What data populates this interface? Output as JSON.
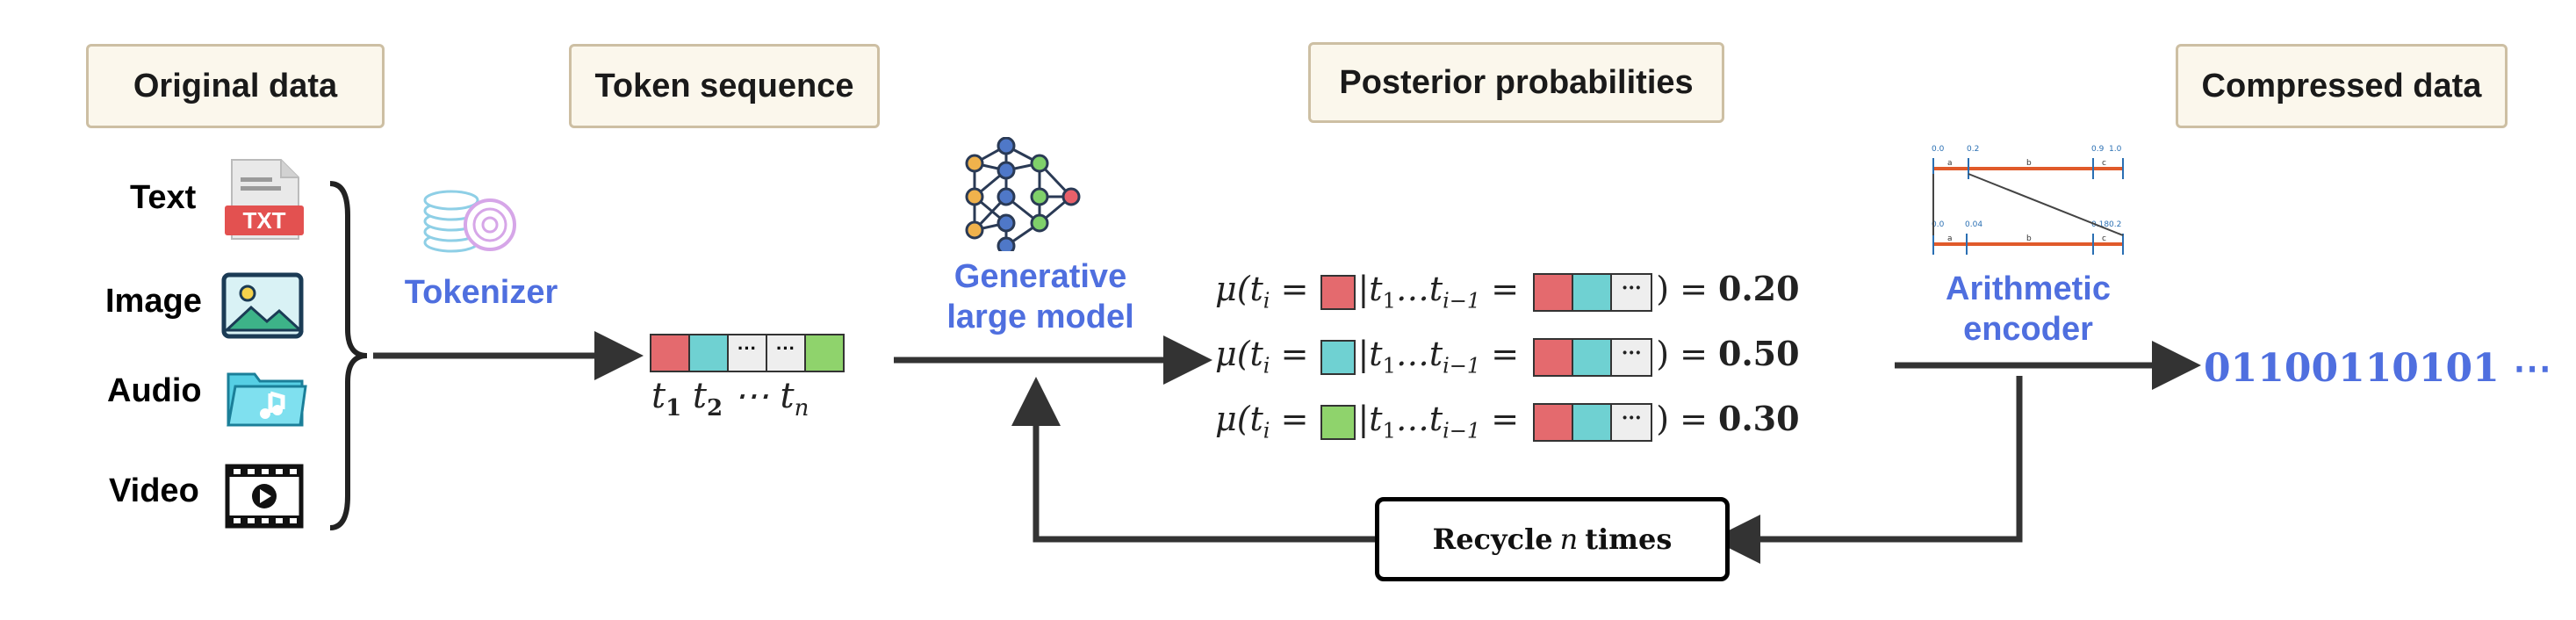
{
  "stages": {
    "original": "Original data",
    "tokens": "Token sequence",
    "posterior": "Posterior probabilities",
    "compressed": "Compressed data"
  },
  "inputs": [
    "Text",
    "Image",
    "Audio",
    "Video"
  ],
  "txt_badge": "TXT",
  "tokenizer": "Tokenizer",
  "model_line1": "Generative",
  "model_line2": "large model",
  "encoder_line1": "Arithmetic",
  "encoder_line2": "encoder",
  "token_labels": {
    "t1": "t",
    "s1": "1",
    "t2": "t",
    "s2": "2",
    "dots": "⋯",
    "tn": "t",
    "sn": "n"
  },
  "equation": {
    "mu": "μ(t",
    "sub_i": "i",
    "eq": " = ",
    "cond": "|t",
    "sub_1": "1",
    "ellipsis": "…t",
    "sub_prev": "i−1",
    "close": ") = "
  },
  "probabilities": [
    "0.20",
    "0.50",
    "0.30"
  ],
  "recycle": {
    "prefix": "Recycle",
    "var": "n",
    "suffix": "times"
  },
  "bits": "01100110101 ⋯",
  "interval_ticks": {
    "top": [
      "0.0",
      "0.2",
      "0.9",
      "1.0"
    ],
    "bottom": [
      "0.0",
      "0.04",
      "0.18",
      "0.2"
    ],
    "letters": [
      "a",
      "b",
      "c"
    ]
  },
  "colors": {
    "red": "#e46a6e",
    "teal": "#6fd1d2",
    "green": "#8fd36c",
    "blue_text": "#4f6fdf",
    "box_fill": "#fbf7ec",
    "box_border": "#cdbfa3"
  }
}
